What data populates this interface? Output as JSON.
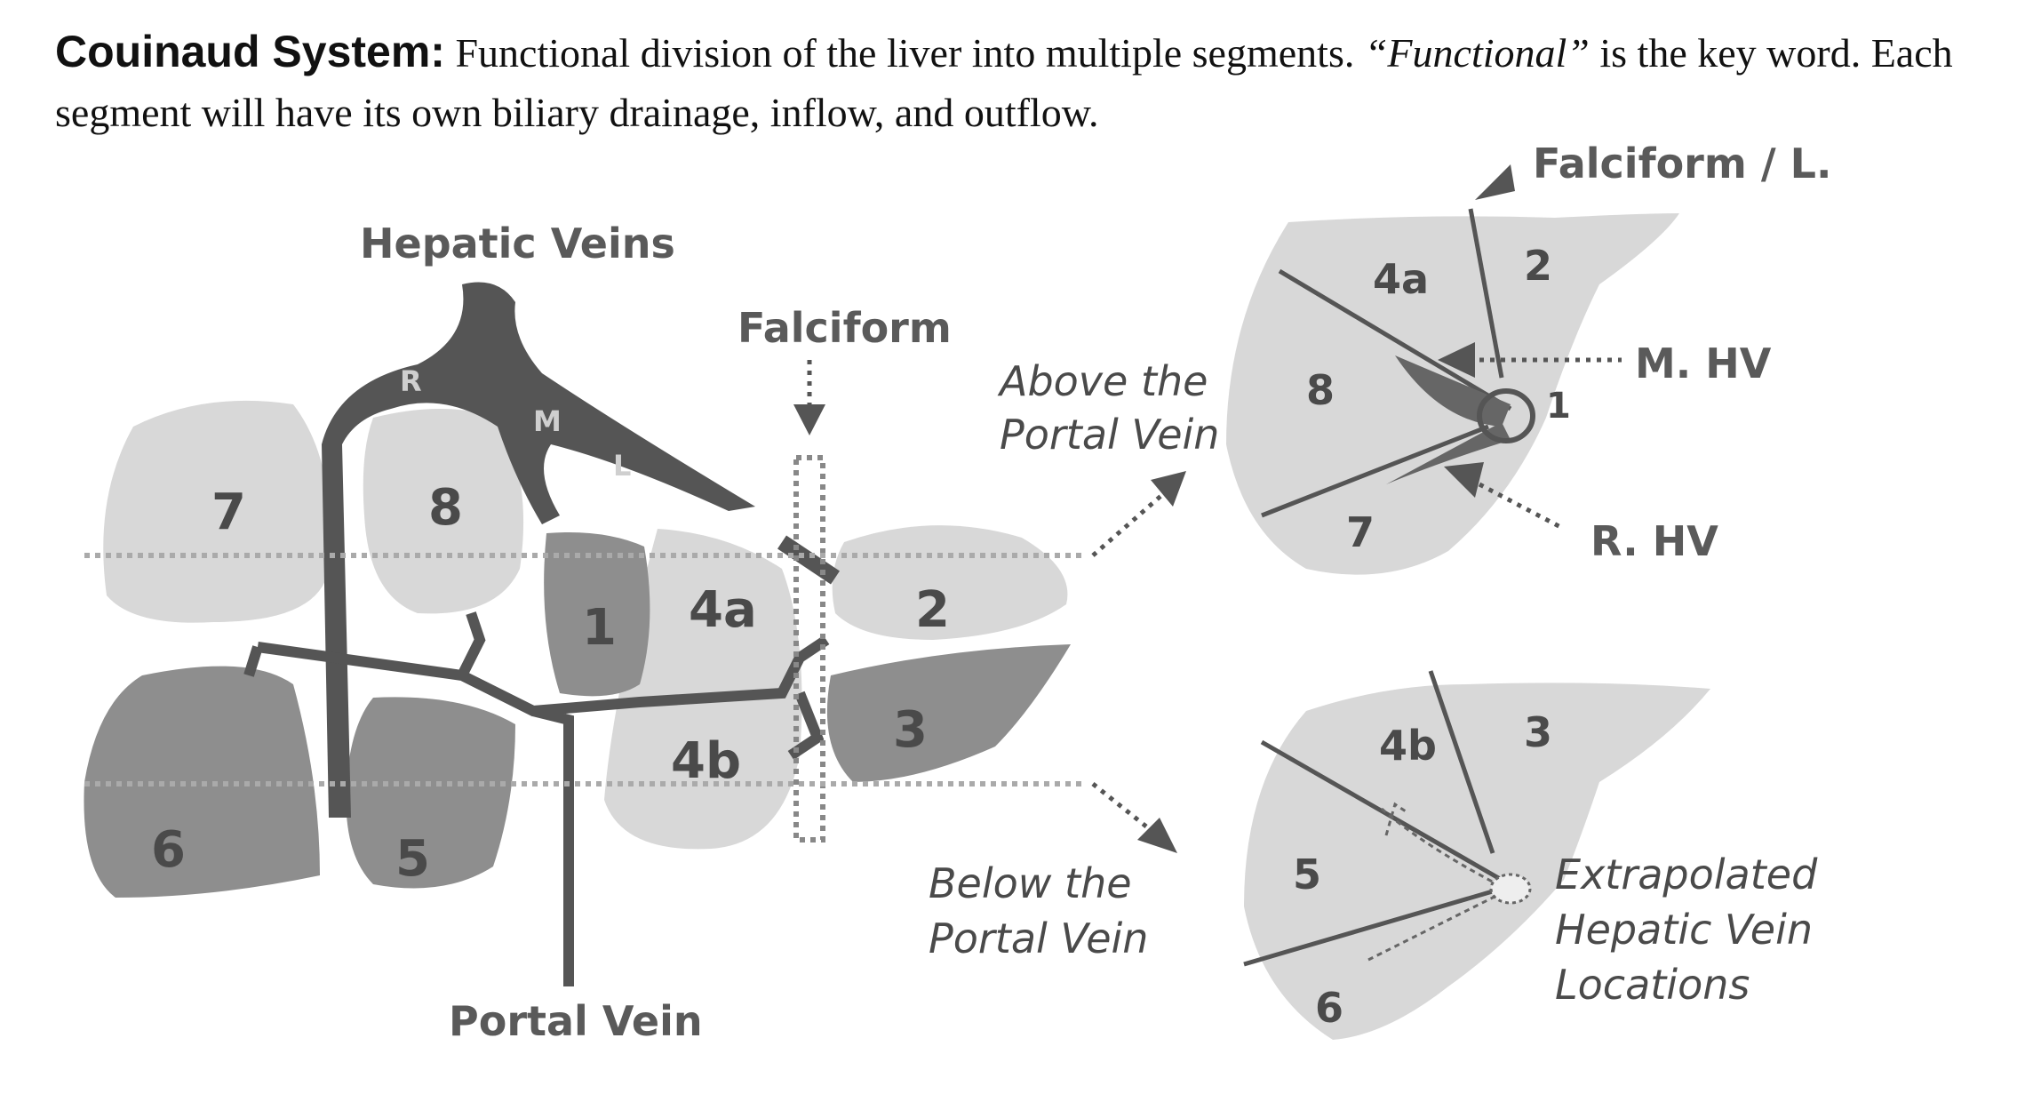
{
  "header": {
    "title": "Couinaud System:",
    "text_before_italic": " Functional division of the liver into multiple segments. ",
    "italic_word": "“Functional”",
    "text_after_italic": " is the key word. Each segment will have its own biliary drainage, inflow, and outflow."
  },
  "diagram_left": {
    "hepatic_veins_label": "Hepatic Veins",
    "falciform_label": "Falciform",
    "portal_vein_label": "Portal Vein",
    "vein_letters": {
      "right": "R",
      "middle": "M",
      "left": "L"
    },
    "segments": {
      "s7": "7",
      "s8": "8",
      "s1": "1",
      "s4a": "4a",
      "s2": "2",
      "s6": "6",
      "s5": "5",
      "s4b": "4b",
      "s3": "3"
    },
    "above_label_line1": "Above the",
    "above_label_line2": "Portal Vein",
    "below_label_line1": "Below the",
    "below_label_line2": "Portal Vein"
  },
  "diagram_top_right": {
    "falciform_l_label": "Falciform / L.",
    "m_hv_label": "M. HV",
    "r_hv_label": "R. HV",
    "segments": {
      "s4a": "4a",
      "s2": "2",
      "s8": "8",
      "s1": "1",
      "s7": "7"
    }
  },
  "diagram_bottom_right": {
    "extrapolated_line1": "Extrapolated",
    "extrapolated_line2": "Hepatic Vein",
    "extrapolated_line3": "Locations",
    "segments": {
      "s4b": "4b",
      "s3": "3",
      "s5": "5",
      "s6": "6"
    }
  },
  "colors": {
    "light_segment": "#d8d8d8",
    "dark_segment": "#8e8e8e",
    "vein": "#555555",
    "text": "#4a4a4a"
  }
}
